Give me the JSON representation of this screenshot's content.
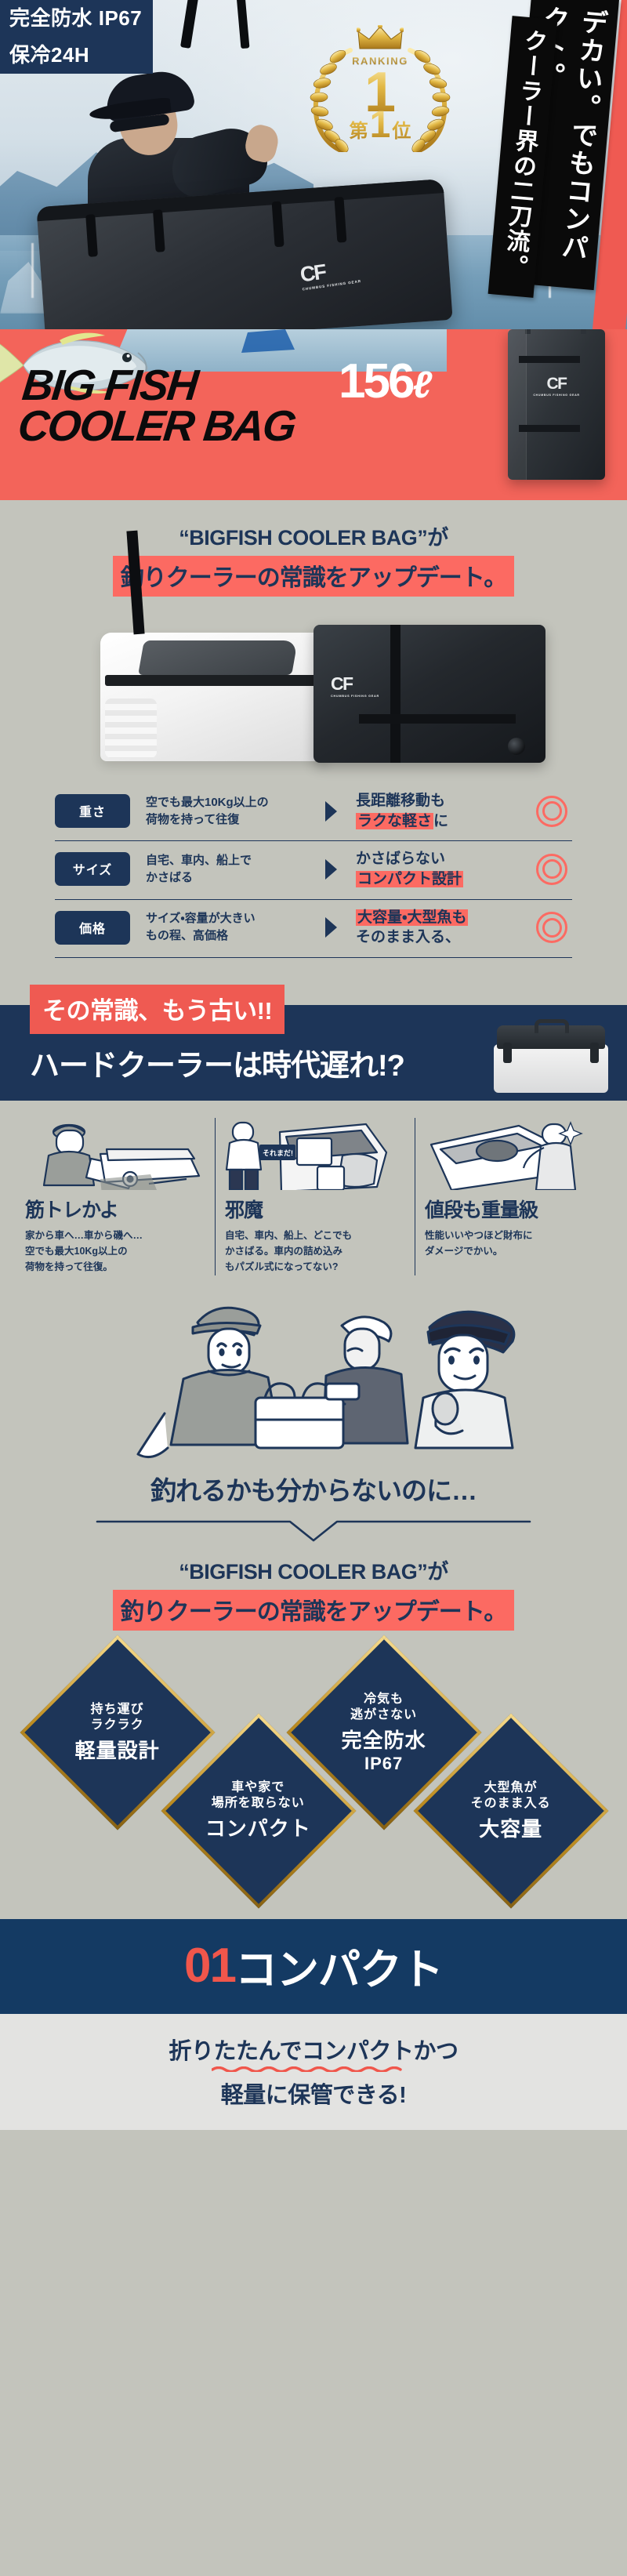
{
  "hero": {
    "badges": [
      "完全防水 IP67",
      "保冷24H"
    ],
    "ranking": {
      "label": "RANKING",
      "number": "1",
      "rank_prefix": "第",
      "rank_suffix": "位",
      "crown_icon": "crown-icon",
      "laurel_icon": "laurel-wreath-icon"
    },
    "vertical_copy": [
      "デカい。でもコンパクト。",
      "クーラー界の二刀流。"
    ],
    "bag_logo": "CF",
    "bag_logo_sub": "CHUMBUS FISHING GEAR"
  },
  "title_band": {
    "line1": "BIG FISH",
    "line2": "COOLER BAG",
    "volume": "156",
    "volume_unit": "ℓ",
    "bag_logo": "CF",
    "bag_logo_sub": "CHUMBUS FISHING GEAR",
    "fish_icon": "fish-icon"
  },
  "update_section": {
    "line1": "“BIGFISH COOLER BAG”が",
    "line2": "釣りクーラーの常識をアップデート。",
    "hard_cooler_alt": "white-hard-cooler",
    "soft_bag_alt": "black-cooler-bag",
    "bag_logo": "CF",
    "bag_logo_sub": "CHUMBUS FISHING GEAR"
  },
  "comparison": {
    "rows": [
      {
        "tag": "重さ",
        "before": "空でも最大10Kg以上の\n荷物を持って往復",
        "after_plain_1": "長距離移動も",
        "after_highlight": "ラクな軽さ",
        "after_plain_2": "に",
        "mark_icon": "double-circle-icon"
      },
      {
        "tag": "サイズ",
        "before": "自宅、車内、船上で\nかさばる",
        "after_plain_1": "かさばらない",
        "after_highlight": "コンパクト設計",
        "after_plain_2": "",
        "mark_icon": "double-circle-icon"
      },
      {
        "tag": "価格",
        "before": "サイズ・容量が大きい\nもの程、高価格",
        "after_plain_1": "",
        "after_highlight": "大容量・大型魚も",
        "after_plain_2": "そのまま入る、",
        "mark_icon": "double-circle-icon"
      }
    ]
  },
  "outdated": {
    "red_label": "その常識、もう古い!!",
    "headline": "ハードクーラーは時代遅れ!?",
    "cooler_icon": "hard-cooler-icon"
  },
  "problems": [
    {
      "title": "筋トレかよ",
      "body": "家から車へ…車から磯へ…\n空でも最大10Kg以上の\n荷物を持って往復。",
      "illustration": "man-carrying-cooler-icon"
    },
    {
      "title": "邪魔",
      "body": "自宅、車内、船上、どこでも\nかさばる。車内の詰め込み\nもパズル式になってない?",
      "illustration": "car-trunk-packing-icon",
      "bubble": "それまだ!"
    },
    {
      "title": "値段も重量級",
      "body": "性能いいやつほど財布に\nダメージでかい。",
      "illustration": "expensive-cooler-icon"
    }
  ],
  "leadin": {
    "headline": "釣れるかも分からないのに…",
    "divider_icon": "chevron-down-divider-icon",
    "illustration": "three-anglers-icon"
  },
  "update_section2": {
    "line1": "“BIGFISH COOLER BAG”が",
    "line2": "釣りクーラーの常識をアップデート。"
  },
  "diamonds": [
    {
      "small": "持ち運び\nラクラク",
      "big": "軽量設計"
    },
    {
      "small": "車や家で\n場所を取らない",
      "big": "コンパクト"
    },
    {
      "small": "冷気も\n逃がさない",
      "big": "完全防水",
      "extra": "IP67"
    },
    {
      "small": "大型魚が\nそのまま入る",
      "big": "大容量"
    }
  ],
  "section01": {
    "number": "01",
    "label": "コンパクト",
    "sub_line1": "折りたたんでコンパクトかつ",
    "sub_line2": "軽量に保管できる!",
    "underline_icon": "squiggle-underline-icon"
  },
  "colors": {
    "navy": "#1d3558",
    "navy_dark": "#143a63",
    "red": "#f3645a",
    "red_accent": "#fc6a62",
    "gold": "#c08f22",
    "bg": "#c3c4bc"
  }
}
